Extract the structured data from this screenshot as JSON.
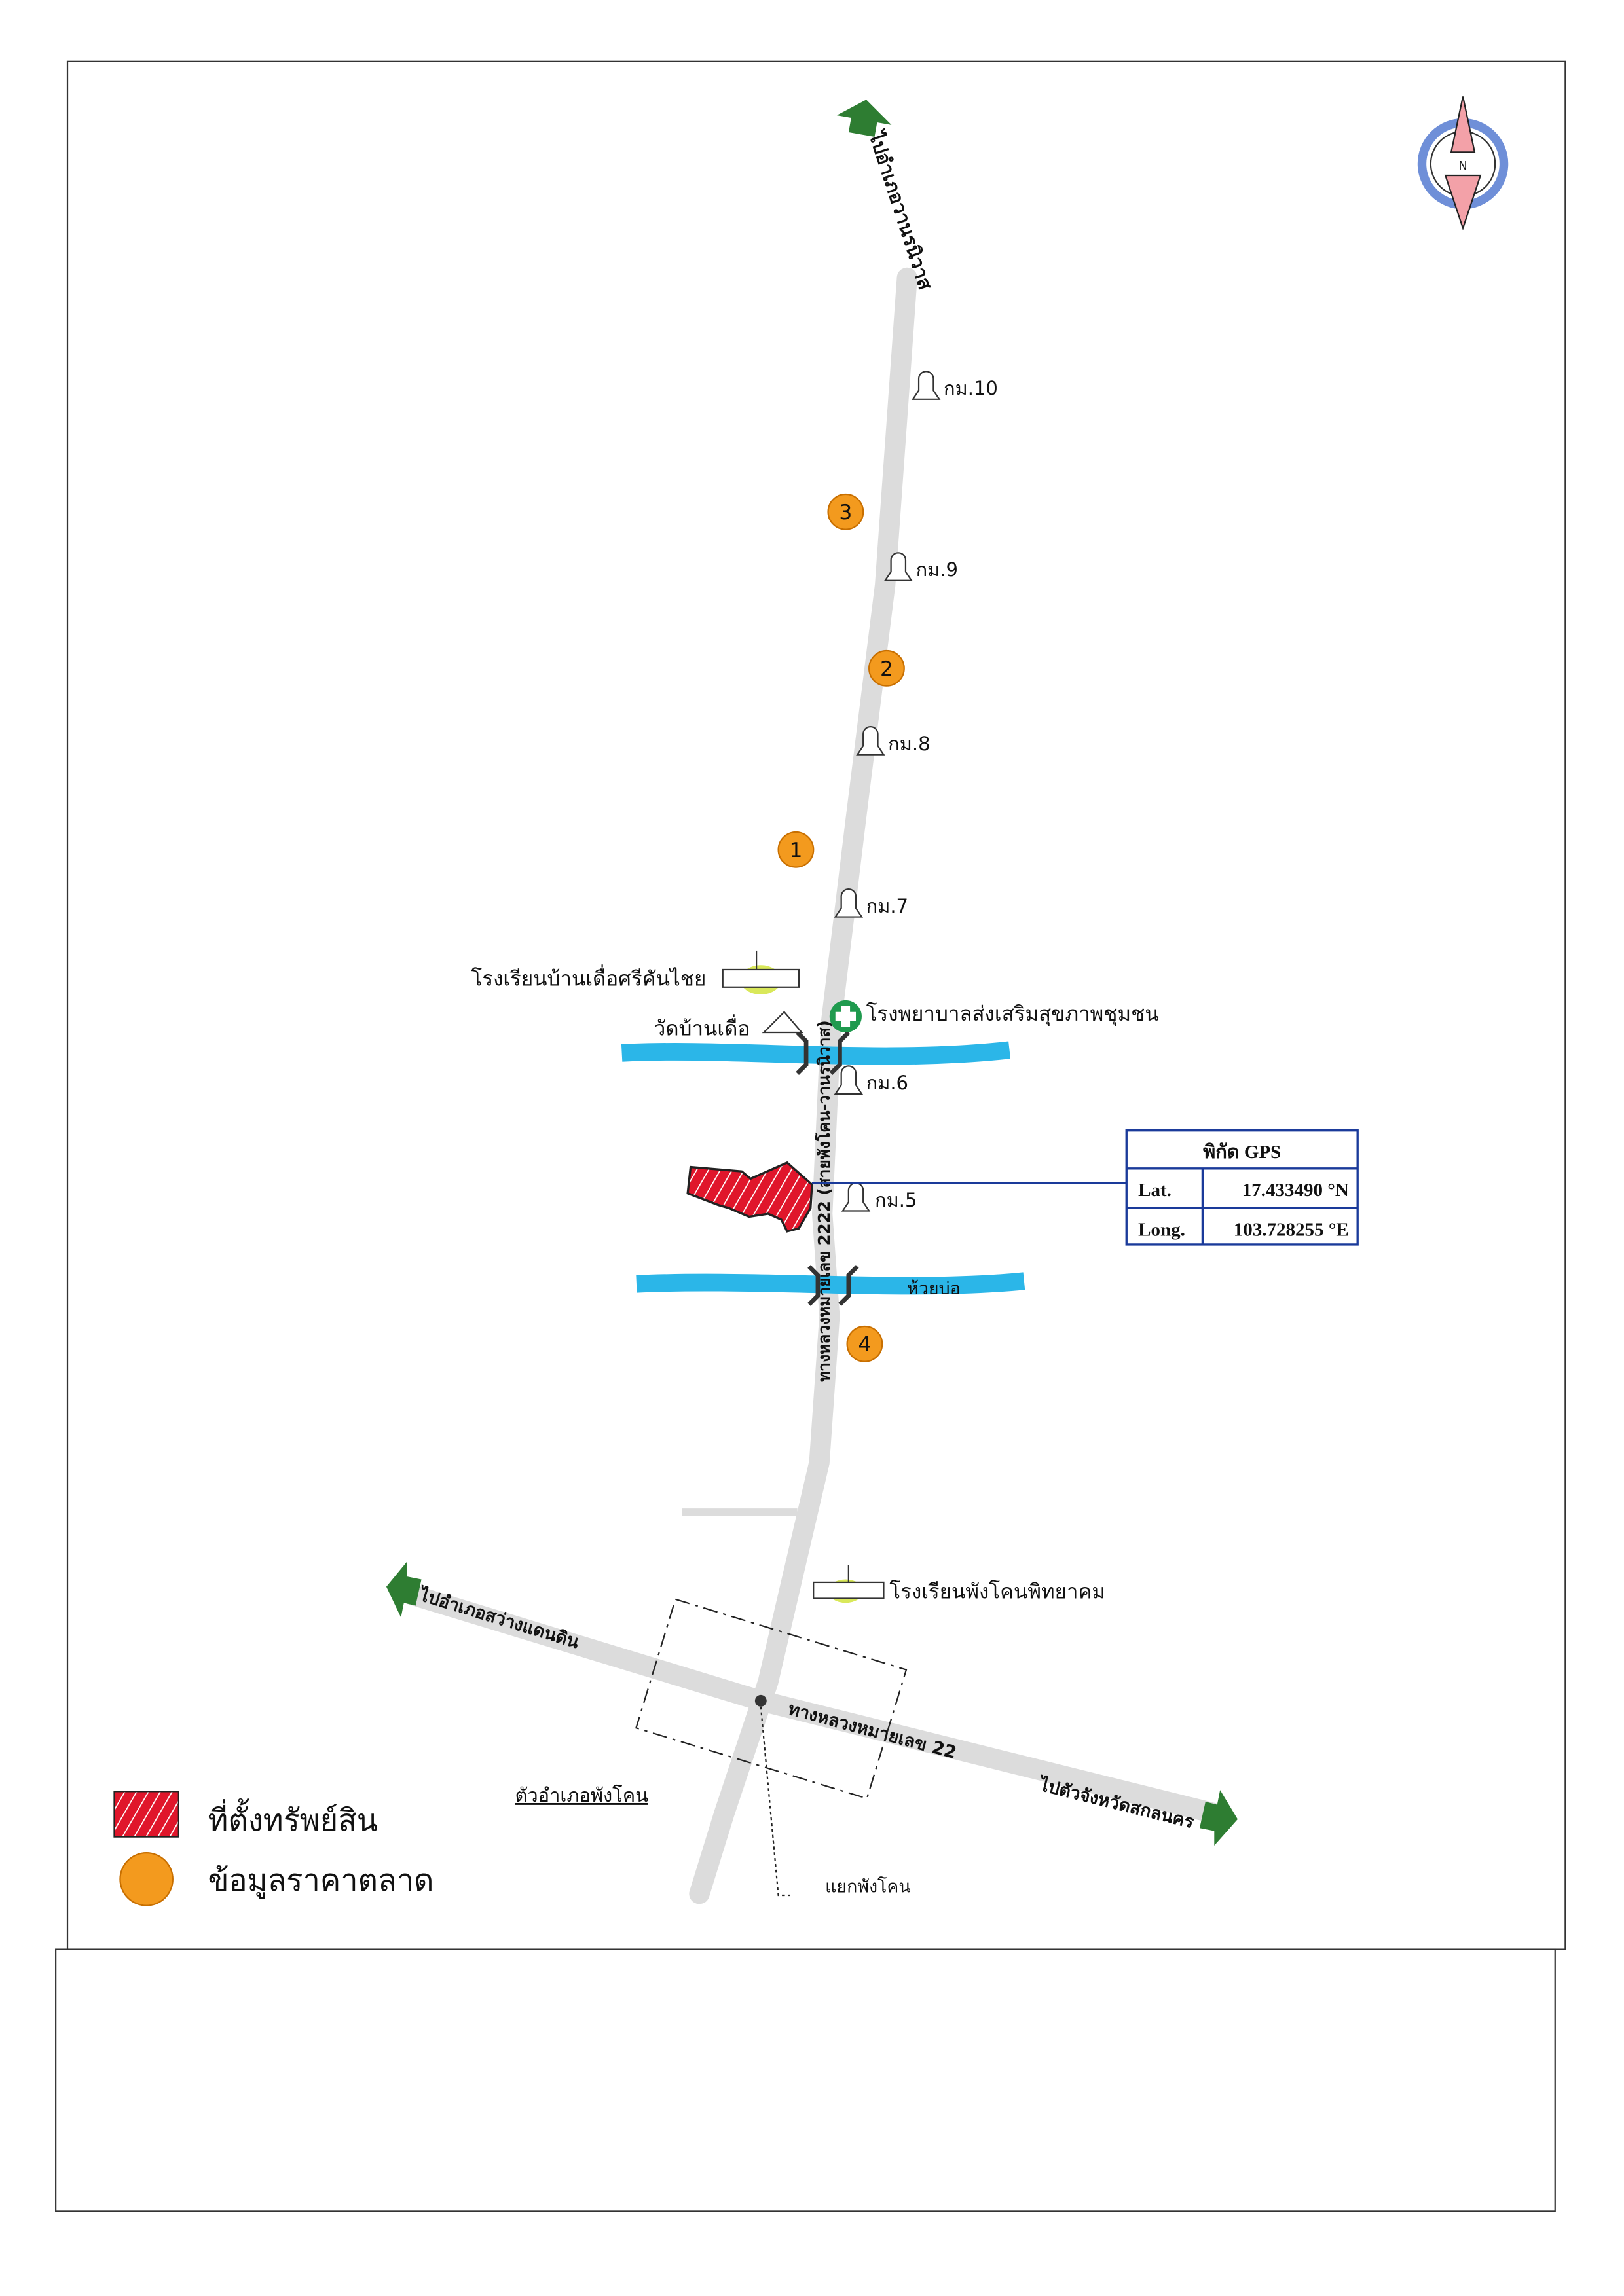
{
  "colors": {
    "road": "#dcdcdc",
    "river": "#2bb6e8",
    "property": "#e0162b",
    "market": "#f39a1e",
    "arrow": "#2e7d32",
    "table_border": "#1a3a9a",
    "hospital": "#1f9a4e"
  },
  "road_labels": {
    "main": "ทางหลวงหมายเลข 2222 (สายพังโคน-วานรนิวาส)",
    "cross": "ทางหลวงหมายเลข 22"
  },
  "directions": {
    "north": "ไปอำเภอวานรนิวาส",
    "west": "ไปอำเภอสว่างแดนดิน",
    "east": "ไปตัวจังหวัดสกลนคร"
  },
  "km_markers": [
    "กม.10",
    "กม.9",
    "กม.8",
    "กม.7",
    "กม.6",
    "กม.5"
  ],
  "market_points": [
    "3",
    "2",
    "1",
    "4"
  ],
  "landmarks": {
    "school1": "โรงเรียนบ้านเดื่อศรีคันไชย",
    "temple": "วัดบ้านเดื่อ",
    "hospital": "โรงพยาบาลส่งเสริมสุขภาพชุมชน",
    "creek": "ห้วยบ่อ",
    "school2": "โรงเรียนพังโคนพิทยาคม",
    "district": "ตัวอำเภอพังโคน",
    "junction": "แยกพังโคน"
  },
  "gps": {
    "title": "พิกัด GPS",
    "lat_label": "Lat.",
    "lat_value": "17.433490 °N",
    "long_label": "Long.",
    "long_value": "103.728255 °E"
  },
  "legend": {
    "property": "ที่ตั้งทรัพย์สิน",
    "market": "ข้อมูลราคาตลาด"
  },
  "compass": {
    "letter": "N"
  }
}
